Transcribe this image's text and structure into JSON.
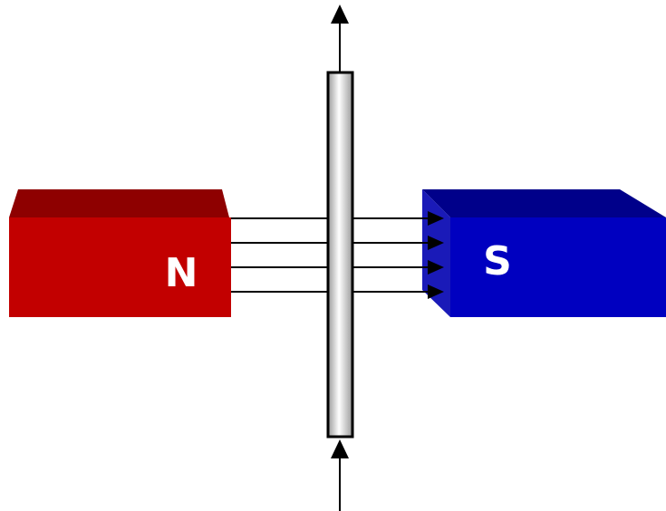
{
  "diagram": {
    "north_magnet": {
      "label": "N",
      "front_color": "#c20000",
      "top_color": "#8e0000",
      "label_color": "#ffffff"
    },
    "south_magnet": {
      "label": "S",
      "front_color": "#0000c0",
      "top_color": "#00008a",
      "side_color": "#1a1ab8",
      "label_color": "#ffffff"
    },
    "field_lines": {
      "count": 4,
      "color": "#000000"
    },
    "conductor": {
      "fill_light": "#ffffff",
      "fill_dark": "#9a9a9a",
      "outline": "#000000"
    },
    "motion_arrows": {
      "direction": "up",
      "color": "#000000"
    }
  }
}
